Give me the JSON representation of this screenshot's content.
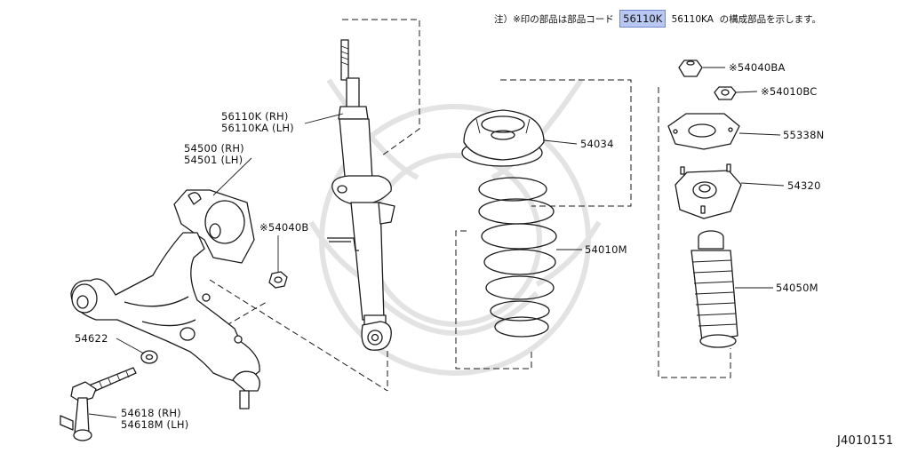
{
  "header_note": {
    "prefix": "注）※印の部品は部品コード",
    "highlight": "56110K",
    "code2": "56110KA",
    "suffix": "の構成部品を示します。"
  },
  "labels": {
    "strut_rh": "56110K (RH)",
    "strut_lh": "56110KA (LH)",
    "arm_rh": "54500 (RH)",
    "arm_lh": "54501 (LH)",
    "nut_54040b": "※54040B",
    "washer": "54622",
    "bolt_rh": "54618 (RH)",
    "bolt_lh": "54618M (LH)",
    "seat": "54034",
    "spring": "54010M",
    "nut_54040ba": "※54040BA",
    "nut_54010bc": "※54010BC",
    "insulator": "55338N",
    "mount": "54320",
    "bound_bumper": "54050M"
  },
  "diagram_id": "J4010151"
}
